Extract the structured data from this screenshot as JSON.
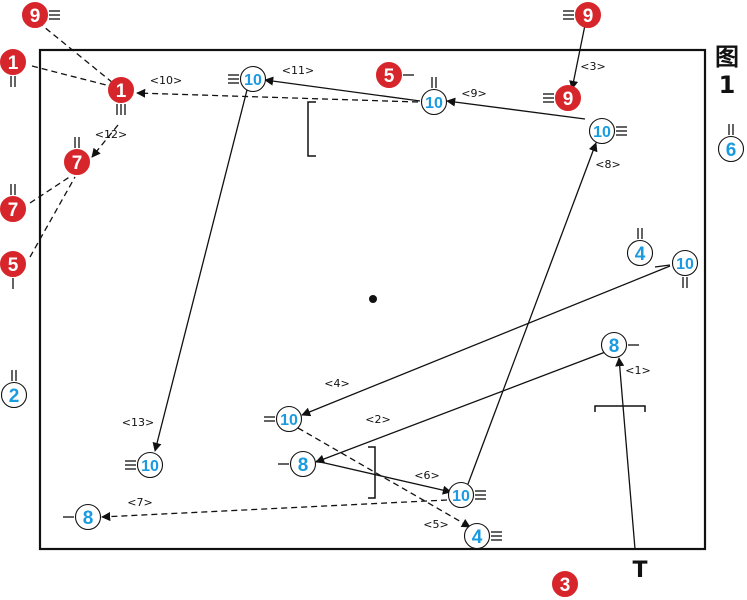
{
  "figure": {
    "label_char": "图",
    "label_num": "1"
  },
  "colors": {
    "red_fill": "#d7262b",
    "blue_text": "#1a9be0",
    "ink": "#111111",
    "white": "#ffffff"
  },
  "players": [
    {
      "id": "r9a",
      "num": "9",
      "team": "red"
    },
    {
      "id": "r1a",
      "num": "1",
      "team": "red"
    },
    {
      "id": "r1b",
      "num": "1",
      "team": "red"
    },
    {
      "id": "r7a",
      "num": "7",
      "team": "red"
    },
    {
      "id": "r7b",
      "num": "7",
      "team": "red"
    },
    {
      "id": "r5a",
      "num": "5",
      "team": "red"
    },
    {
      "id": "r5b",
      "num": "5",
      "team": "red"
    },
    {
      "id": "r9b",
      "num": "9",
      "team": "red"
    },
    {
      "id": "r9c",
      "num": "9",
      "team": "red"
    },
    {
      "id": "r3",
      "num": "3",
      "team": "red"
    },
    {
      "id": "b10a",
      "num": "10",
      "team": "blue"
    },
    {
      "id": "b10b",
      "num": "10",
      "team": "blue"
    },
    {
      "id": "b10c",
      "num": "10",
      "team": "blue"
    },
    {
      "id": "b6",
      "num": "6",
      "team": "blue"
    },
    {
      "id": "b4a",
      "num": "4",
      "team": "blue"
    },
    {
      "id": "b10d",
      "num": "10",
      "team": "blue"
    },
    {
      "id": "b8a",
      "num": "8",
      "team": "blue"
    },
    {
      "id": "b2",
      "num": "2",
      "team": "blue"
    },
    {
      "id": "b10e",
      "num": "10",
      "team": "blue"
    },
    {
      "id": "b10f",
      "num": "10",
      "team": "blue"
    },
    {
      "id": "b8b",
      "num": "8",
      "team": "blue"
    },
    {
      "id": "b10g",
      "num": "10",
      "team": "blue"
    },
    {
      "id": "b8c",
      "num": "8",
      "team": "blue"
    },
    {
      "id": "b4b",
      "num": "4",
      "team": "blue"
    }
  ],
  "moves": [
    {
      "label": "<1>",
      "style": "solid"
    },
    {
      "label": "<2>",
      "style": "solid"
    },
    {
      "label": "<3>",
      "style": "solid"
    },
    {
      "label": "<4>",
      "style": "solid"
    },
    {
      "label": "<5>",
      "style": "dashed"
    },
    {
      "label": "<6>",
      "style": "solid"
    },
    {
      "label": "<7>",
      "style": "dashed"
    },
    {
      "label": "<8>",
      "style": "solid"
    },
    {
      "label": "<9>",
      "style": "solid"
    },
    {
      "label": "<10>",
      "style": "dashed"
    },
    {
      "label": "<11>",
      "style": "solid"
    },
    {
      "label": "<12>",
      "style": "dashed"
    },
    {
      "label": "<13>",
      "style": "solid"
    }
  ],
  "t_marker": "T"
}
